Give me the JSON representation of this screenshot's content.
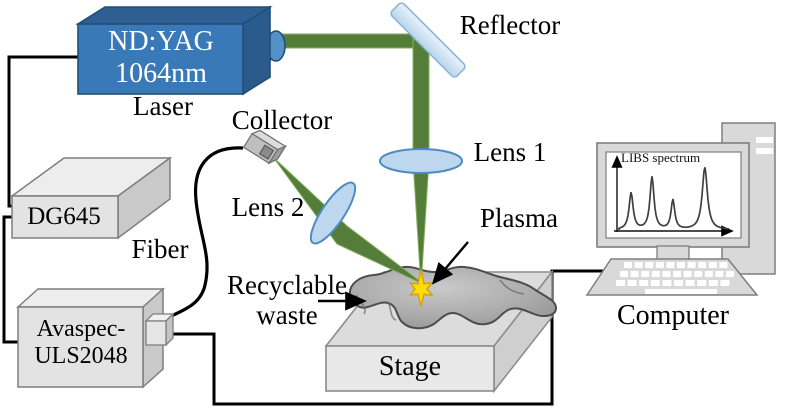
{
  "laser": {
    "line1": "ND:YAG",
    "line2": "1064nm",
    "label": "Laser"
  },
  "optics": {
    "reflector": "Reflector",
    "lens1": "Lens 1",
    "lens2": "Lens 2",
    "collector": "Collector",
    "fiber": "Fiber"
  },
  "devices": {
    "delay_generator": "DG645",
    "spectrometer_line1": "Avaspec-",
    "spectrometer_line2": "ULS2048",
    "computer": "Computer"
  },
  "sample": {
    "plasma": "Plasma",
    "waste_line1": "Recyclable",
    "waste_line2": "waste",
    "stage": "Stage"
  },
  "screen": {
    "title": "LIBS spectrum"
  },
  "colors": {
    "laser_blue": "#3A79B8",
    "laser_blue_dark": "#2D5F93",
    "beam_green": "#537D39",
    "lens_blue": "#BDD7EE",
    "device_gray": "#E3E3E3",
    "wire_black": "#000000",
    "plasma_yellow": "#FFDD00"
  },
  "chart_data": {
    "type": "line",
    "title": "LIBS spectrum",
    "xlabel": "",
    "ylabel": "",
    "axes_arrows": true,
    "grid": false,
    "peaks": [
      {
        "x": 0.11,
        "h": 0.56,
        "w": 0.022
      },
      {
        "x": 0.3,
        "h": 0.8,
        "w": 0.022
      },
      {
        "x": 0.49,
        "h": 0.45,
        "w": 0.02
      },
      {
        "x": 0.78,
        "h": 0.95,
        "w": 0.028
      }
    ]
  }
}
